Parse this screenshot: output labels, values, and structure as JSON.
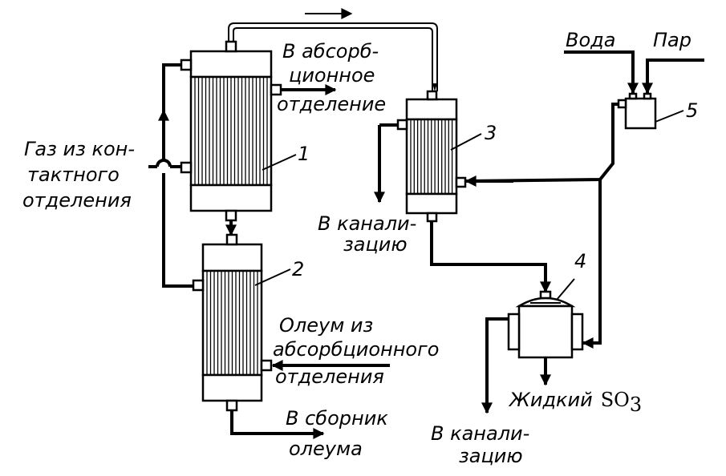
{
  "labels": {
    "gas_line1": "Газ из кон-",
    "gas_line2": "тактного",
    "gas_line3": "отделения",
    "abs_line1": "В абсорб-",
    "abs_line2": "ционное",
    "abs_line3": "отделение",
    "water": "Вода",
    "steam": "Пар",
    "sewer1_line1": "В канали-",
    "sewer1_line2": "зацию",
    "oleum_in_line1": "Олеум из",
    "oleum_in_line2": "абсорбционного",
    "oleum_in_line3": "отделения",
    "collector_line1": "В сборник",
    "collector_line2": "олеума",
    "liquid_so3_text": "Жидкий",
    "liquid_so3_formula": "SO",
    "liquid_so3_sub": "3",
    "sewer2_line1": "В канали-",
    "sewer2_line2": "зацию"
  },
  "units": {
    "u1": "1",
    "u2": "2",
    "u3": "3",
    "u4": "4",
    "u5": "5"
  }
}
